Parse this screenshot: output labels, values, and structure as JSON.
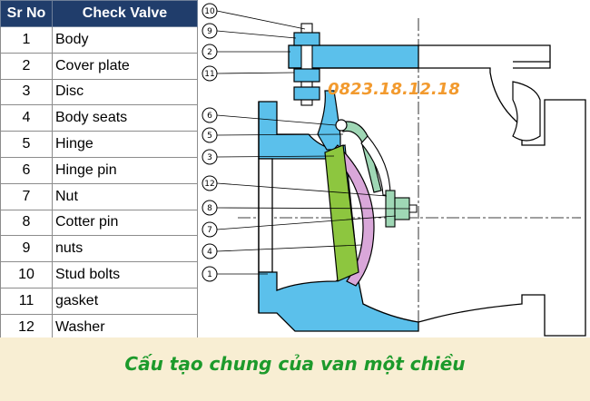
{
  "table": {
    "headers": {
      "sr_no": "Sr No",
      "check_valve": "Check Valve"
    },
    "rows": [
      {
        "no": "1",
        "part": "Body"
      },
      {
        "no": "2",
        "part": "Cover plate"
      },
      {
        "no": "3",
        "part": "Disc"
      },
      {
        "no": "4",
        "part": "Body seats"
      },
      {
        "no": "5",
        "part": "Hinge"
      },
      {
        "no": "6",
        "part": "Hinge pin"
      },
      {
        "no": "7",
        "part": "Nut"
      },
      {
        "no": "8",
        "part": "Cotter pin"
      },
      {
        "no": "9",
        "part": "nuts"
      },
      {
        "no": "10",
        "part": "Stud bolts"
      },
      {
        "no": "11",
        "part": "gasket"
      },
      {
        "no": "12",
        "part": "Washer"
      }
    ]
  },
  "diagram": {
    "callouts": [
      "10",
      "9",
      "2",
      "11",
      "6",
      "5",
      "3",
      "12",
      "8",
      "7",
      "4",
      "1"
    ],
    "watermark": "0823.18.12.18"
  },
  "caption": "Cấu tạo chung của van một chiều",
  "colors": {
    "header": "#203d6b",
    "body": "#5bc0eb",
    "disc": "#8dc63f",
    "seat": "#d9a7d9",
    "hinge": "#9fd7b5",
    "caption_bg": "#f8eed3",
    "caption_text": "#1c9a2b",
    "watermark": "#f29a2e"
  }
}
